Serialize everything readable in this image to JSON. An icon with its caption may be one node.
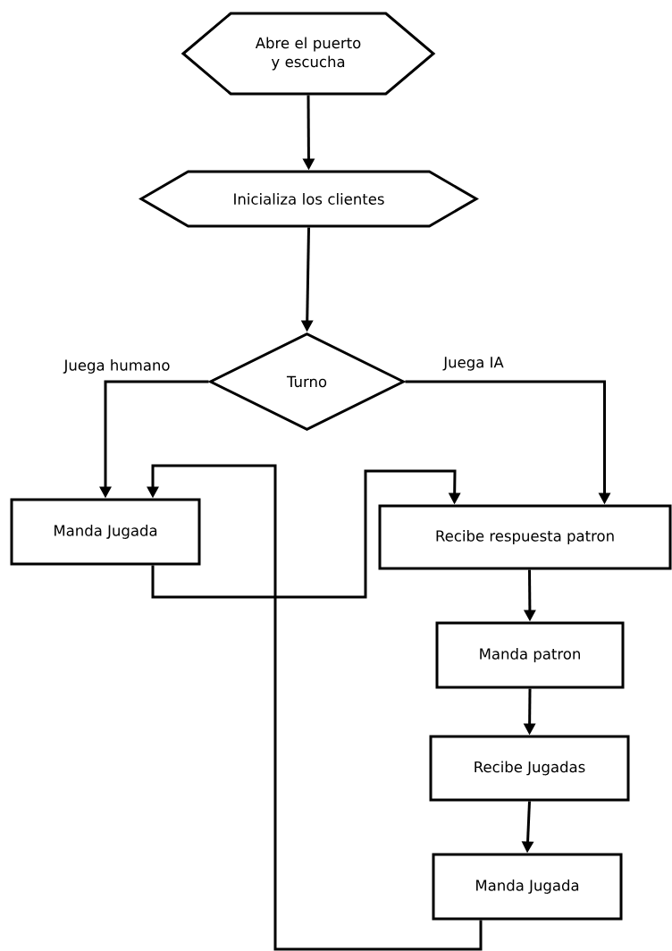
{
  "diagram": {
    "nodes": [
      {
        "text": [
          "Abre el puerto y escucha"
        ]
      },
      {
        "text": [
          "Inicializa los clientes"
        ]
      },
      {
        "text": [
          "Turno"
        ]
      },
      {
        "text": [
          "Manda Jugada"
        ]
      },
      {
        "text": [
          "Recibe respuesta patron"
        ]
      },
      {
        "text": [
          "Manda patron"
        ]
      },
      {
        "text": [
          "Recibe Jugadas"
        ]
      },
      {
        "text": [
          "Manda Jugada"
        ]
      }
    ],
    "edges": [
      {
        "from": 0,
        "to": 1,
        "arrow": "to"
      },
      {
        "from": 1,
        "to": 2,
        "arrow": "to"
      },
      {
        "from": 2,
        "to": 3,
        "arrow": "to",
        "label": "Juega humano"
      },
      {
        "from": 2,
        "to": 4,
        "arrow": "to",
        "label": "Juega IA"
      },
      {
        "from": 3,
        "to": 4,
        "arrow": "to"
      },
      {
        "from": 4,
        "to": 5,
        "arrow": "to"
      },
      {
        "from": 5,
        "to": 6,
        "arrow": "to"
      },
      {
        "from": 6,
        "to": 7,
        "arrow": "to"
      },
      {
        "from": 7,
        "to": 3,
        "arrow": "to"
      }
    ]
  }
}
